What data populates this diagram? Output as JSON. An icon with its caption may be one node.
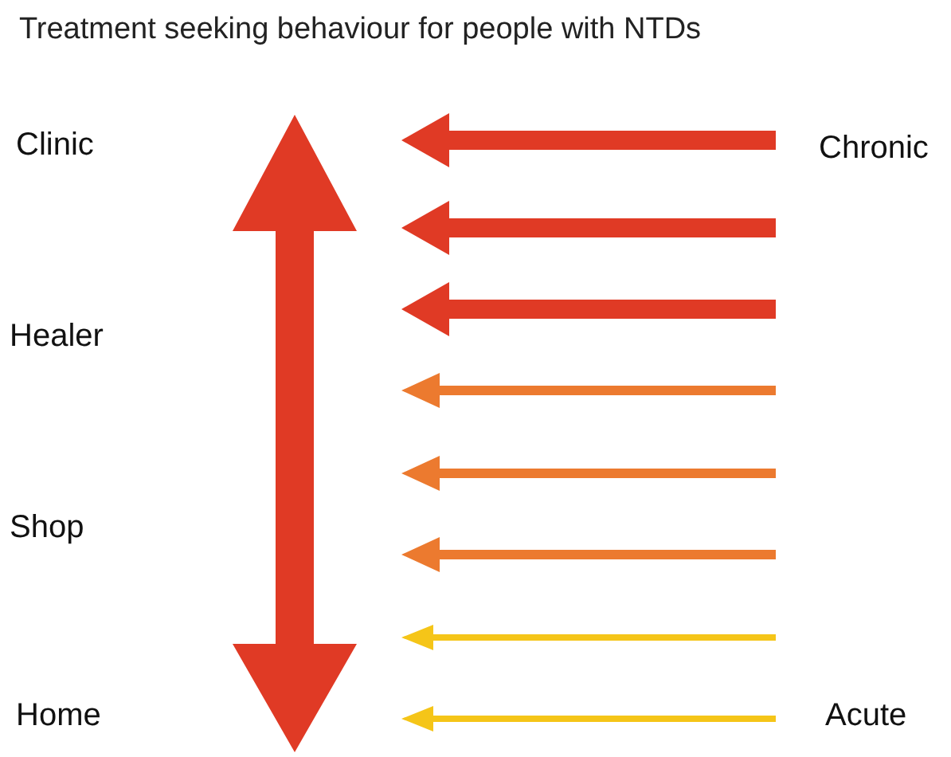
{
  "diagram": {
    "title": "Treatment seeking behaviour for people with NTDs",
    "labels": [
      "Clinic",
      "Chronic",
      "Healer",
      "Shop",
      "Home",
      "Acute"
    ]
  }
}
